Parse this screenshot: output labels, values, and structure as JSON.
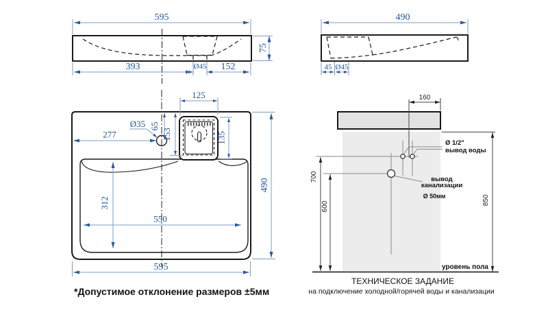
{
  "colors": {
    "dim_blue": "#24549c",
    "dim_line_blue": "#7e9cc4",
    "drawing_black": "#1a1a1a",
    "counter_gray": "#e2e2e2",
    "wall_gray": "#ececec"
  },
  "front_view": {
    "width": "595",
    "height": "75",
    "left_to_drain": "393",
    "drain": "Ø45",
    "drain_to_edge": "152"
  },
  "side_view": {
    "depth": "490",
    "edge_to_drain": "45",
    "drain": "Ø45"
  },
  "plan_view": {
    "cutout_width": "125",
    "faucet_hole": "Ø35",
    "faucet_offset": "65",
    "recess_depth": "153",
    "cutout_height": "135",
    "faucet_from_left": "277",
    "depth": "490",
    "bowl_depth": "312",
    "bowl_width": "550",
    "width": "595"
  },
  "installation": {
    "top_offset": "160",
    "total_height": "850",
    "water_height": "700",
    "sewer_height": "600",
    "water_size": "Ø 1/2\"",
    "water_label": "вывод воды",
    "sewer_label_line1": "вывод",
    "sewer_label_line2": "канализации",
    "sewer_size": "Ø 50мм",
    "floor_label": "уровень пола",
    "title": "ТЕХНИЧЕСКОЕ ЗАДАНИЕ",
    "subtitle": "на подключение холодной/горячей воды и канализации"
  },
  "note": "*Допустимое отклонение размеров ±5мм"
}
